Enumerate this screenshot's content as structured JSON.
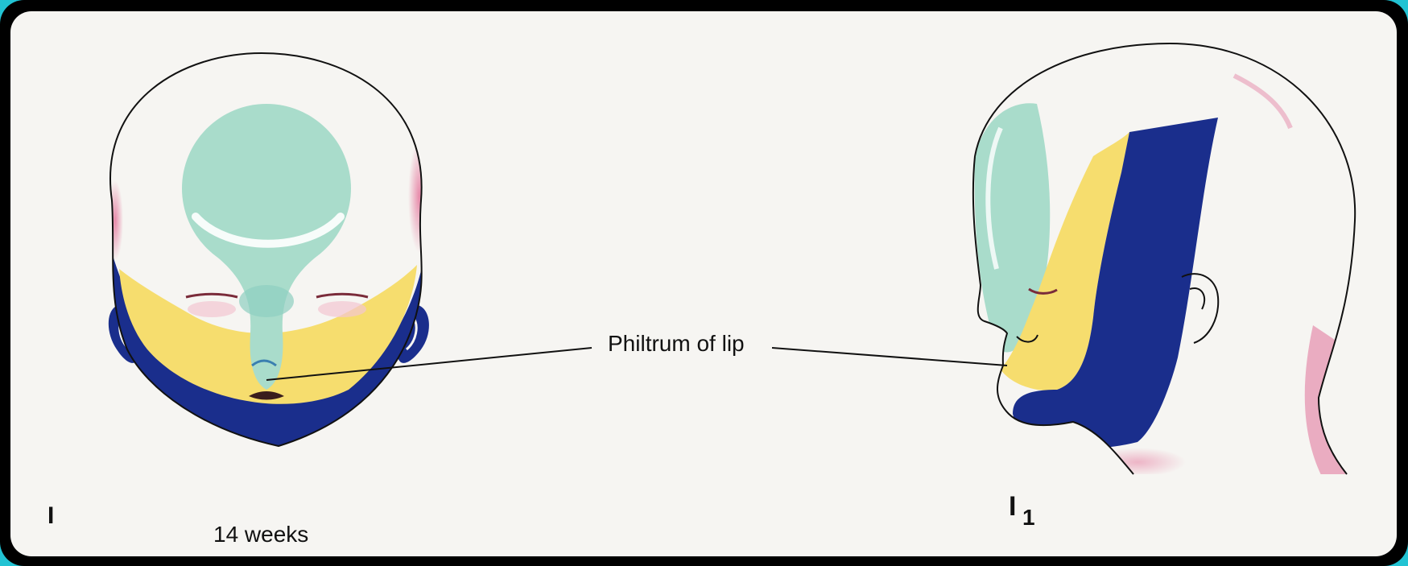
{
  "labels": {
    "philtrum": "Philtrum of lip",
    "age": "14 weeks",
    "panel_left": "I",
    "panel_right_letter": "I",
    "panel_right_sub": "1"
  },
  "colors": {
    "frame": "#000000",
    "outer_background": "#22c3d3",
    "paper": "#f6f5f2",
    "frontonasal": "#a9dccb",
    "maxillary": "#f6dd6e",
    "mandibular": "#1a2e8c",
    "pink_accent": "#e79ab4"
  }
}
